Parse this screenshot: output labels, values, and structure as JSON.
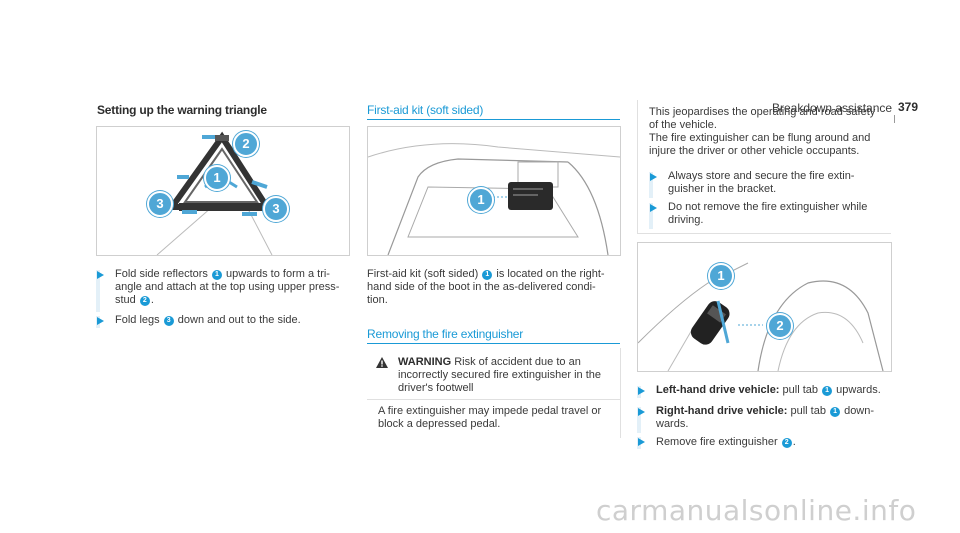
{
  "header": {
    "section": "Breakdown assistance",
    "page_number": "379"
  },
  "col1": {
    "title": "Setting up the warning triangle",
    "steps": [
      {
        "a": "Fold side reflectors ",
        "n1": "1",
        "b": " upwards to form a tri-",
        "c": "angle and attach at the top using upper press-",
        "d": "stud ",
        "n2": "2",
        "e": "."
      },
      {
        "a": "Fold legs ",
        "n1": "3",
        "b": " down and out to the side."
      }
    ],
    "figure_callouts": [
      "1",
      "2",
      "3",
      "3"
    ]
  },
  "col2": {
    "title": "First-aid kit (soft sided)",
    "para": {
      "l1a": "First-aid kit (soft sided) ",
      "n1": "1",
      "l1b": " is located on the right-",
      "l2": "hand side of the boot in the as-delivered condi-",
      "l3": "tion."
    },
    "figure_callouts": [
      "1"
    ],
    "subtitle": "Removing the fire extinguisher",
    "warning": {
      "label": "WARNING",
      "l1": "Risk of accident due to an",
      "l2": "incorrectly secured fire extinguisher in the",
      "l3": "driver's footwell",
      "b1": "A fire extinguisher may impede pedal travel or",
      "b2": "block a depressed pedal."
    }
  },
  "col3": {
    "warn_cont": {
      "l1": "This jeopardises the operating and road safety",
      "l2": "of the vehicle.",
      "l3": "The fire extinguisher can be flung around and",
      "l4": "injure the driver or other vehicle occupants.",
      "s1a": "Always store and secure the fire extin-",
      "s1b": "guisher in the bracket.",
      "s2a": "Do not remove the fire extinguisher while",
      "s2b": "driving."
    },
    "figure_callouts": [
      "1",
      "2"
    ],
    "steps": [
      {
        "bold": "Left-hand drive vehicle:",
        "a": " pull tab ",
        "n1": "1",
        "b": " upwards."
      },
      {
        "bold": "Right-hand drive vehicle:",
        "a": " pull tab ",
        "n1": "1",
        "b": " down-",
        "c": "wards."
      },
      {
        "a": "Remove fire extinguisher ",
        "n1": "2",
        "b": "."
      }
    ]
  },
  "watermark": "carmanualsonline.info"
}
